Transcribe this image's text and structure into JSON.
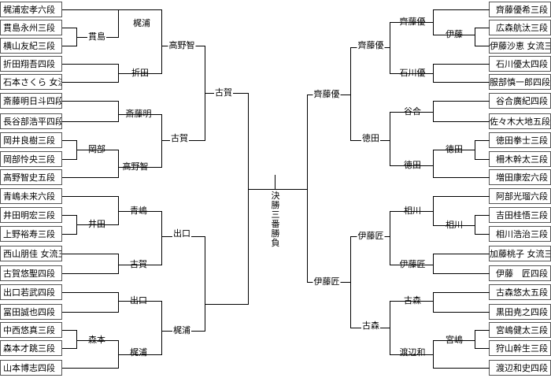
{
  "players_left": [
    "梶浦宏孝六段",
    "貫島永州三段",
    "横山友紀三段",
    "折田翔吾四段",
    "石本さくら 女流初段",
    "斎藤明日斗四段",
    "長谷部浩平四段",
    "岡井良樹三段",
    "岡部怜央三段",
    "高野智史五段",
    "青嶋未来六段",
    "井田明宏三段",
    "上野裕寿三段",
    "西山朋佳 女流三冠",
    "古賀悠聖四段",
    "出口若武四段",
    "冨田誠也四段",
    "中西悠真三段",
    "森本才跳三段",
    "山本博志四段"
  ],
  "players_right": [
    "齊藤優希三段",
    "広森航汰三段",
    "伊藤沙恵 女流三段",
    "石川優太四段",
    "服部慎一郎四段",
    "谷合廣紀四段",
    "佐々木大地五段",
    "徳田拳士三段",
    "柵木幹太三段",
    "増田康宏六段",
    "阿部光瑠六段",
    "吉田桂悟三段",
    "相川浩治三段",
    "加藤桃子 女流三段",
    "伊藤　匠四段",
    "古森悠太五段",
    "黒田尭之四段",
    "宮嶋健太三段",
    "狩山幹生三段",
    "渡辺和史四段"
  ],
  "winners_left": [
    "貫島",
    "梶浦",
    "折田",
    "斎藤明",
    "岡部",
    "高野智",
    "井田",
    "青嶋",
    "古賀",
    "出口",
    "森本",
    "梶浦",
    "高野智",
    "古賀",
    "出口",
    "梶浦",
    "古賀"
  ],
  "winners_right": [
    "伊藤",
    "齊藤優",
    "石川優",
    "谷合",
    "徳田",
    "徳田",
    "相川",
    "相川",
    "伊藤匠",
    "古森",
    "宮嶋",
    "渡辺和",
    "齊藤優",
    "徳田",
    "伊藤匠",
    "古森",
    "齊藤優",
    "伊藤匠"
  ],
  "final_label": [
    "決",
    "勝",
    "三",
    "番",
    "勝",
    "負"
  ]
}
